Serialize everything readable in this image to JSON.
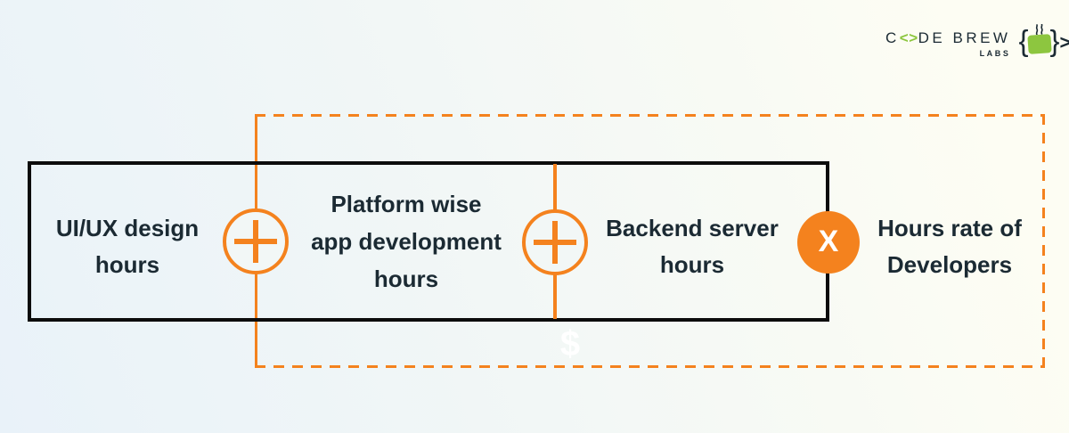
{
  "colors": {
    "accent_orange": "#F4821E",
    "logo_green": "#8DC63F",
    "text_dark": "#1B2A33",
    "outline_black": "#0C0C0C",
    "symbol_white": "#FFFFFF",
    "background_left": "#E9F2F9",
    "background_right": "#FDFDF3"
  },
  "logo": {
    "brand_part1": "C",
    "brand_accent": "<>",
    "brand_part2": "DE BREW",
    "brand_sub": "LABS",
    "brace_left": "{",
    "brace_right": "}",
    "angle_right": ">"
  },
  "diagram": {
    "terms": [
      {
        "name": "uiux",
        "lines": [
          "UI/UX design",
          "hours"
        ]
      },
      {
        "name": "platform",
        "lines": [
          "Platform wise",
          "app development",
          "hours"
        ]
      },
      {
        "name": "backend",
        "lines": [
          "Backend server",
          "hours"
        ]
      },
      {
        "name": "rate",
        "lines": [
          "Hours rate of",
          "Developers"
        ]
      }
    ],
    "operators": {
      "plus": "+",
      "multiply": "X",
      "currency": "$"
    }
  }
}
